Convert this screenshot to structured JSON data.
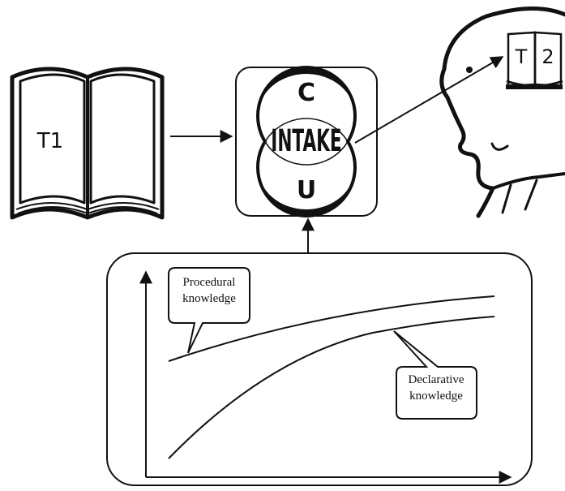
{
  "book": {
    "label": "T1"
  },
  "intake": {
    "top_letter": "C",
    "center_label": "INTAKE",
    "bottom_letter": "U"
  },
  "head": {
    "label_left": "T",
    "label_right": "2"
  },
  "graph": {
    "callout_procedural": [
      "Procedural",
      "knowledge"
    ],
    "callout_declarative": [
      "Declarative",
      "knowledge"
    ]
  },
  "colors": {
    "ink": "#111111",
    "paper": "#ffffff"
  }
}
